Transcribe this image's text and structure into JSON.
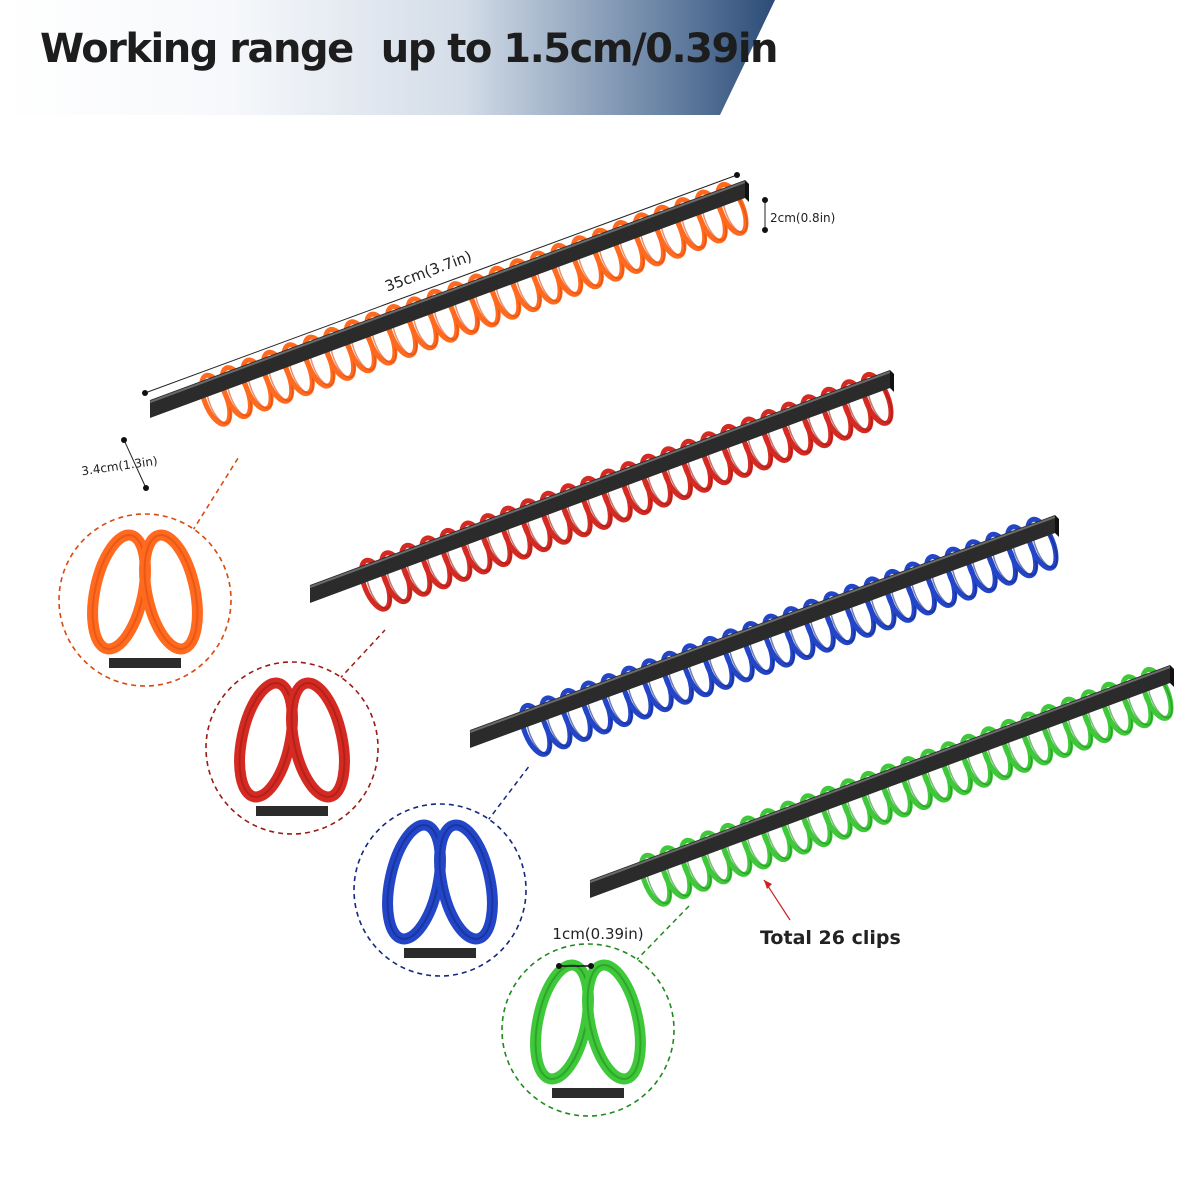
{
  "header": {
    "title_part1": "Working range",
    "title_part2": "up to 1.5cm/0.39in"
  },
  "dimensions": {
    "length": "35cm(3.7in)",
    "height": "2cm(0.8in)",
    "depth": "3.4cm(1.3in)",
    "clip_gap": "1cm(0.39in)"
  },
  "callout": {
    "total_clips": "Total  26 clips"
  },
  "rails": [
    {
      "color_name": "orange",
      "color": "#ff6a1f",
      "dark": "#d9480f"
    },
    {
      "color_name": "red",
      "color": "#d42a22",
      "dark": "#9a1a14"
    },
    {
      "color_name": "blue",
      "color": "#2346c8",
      "dark": "#14287e"
    },
    {
      "color_name": "green",
      "color": "#3ec83a",
      "dark": "#1f8a1d"
    }
  ]
}
